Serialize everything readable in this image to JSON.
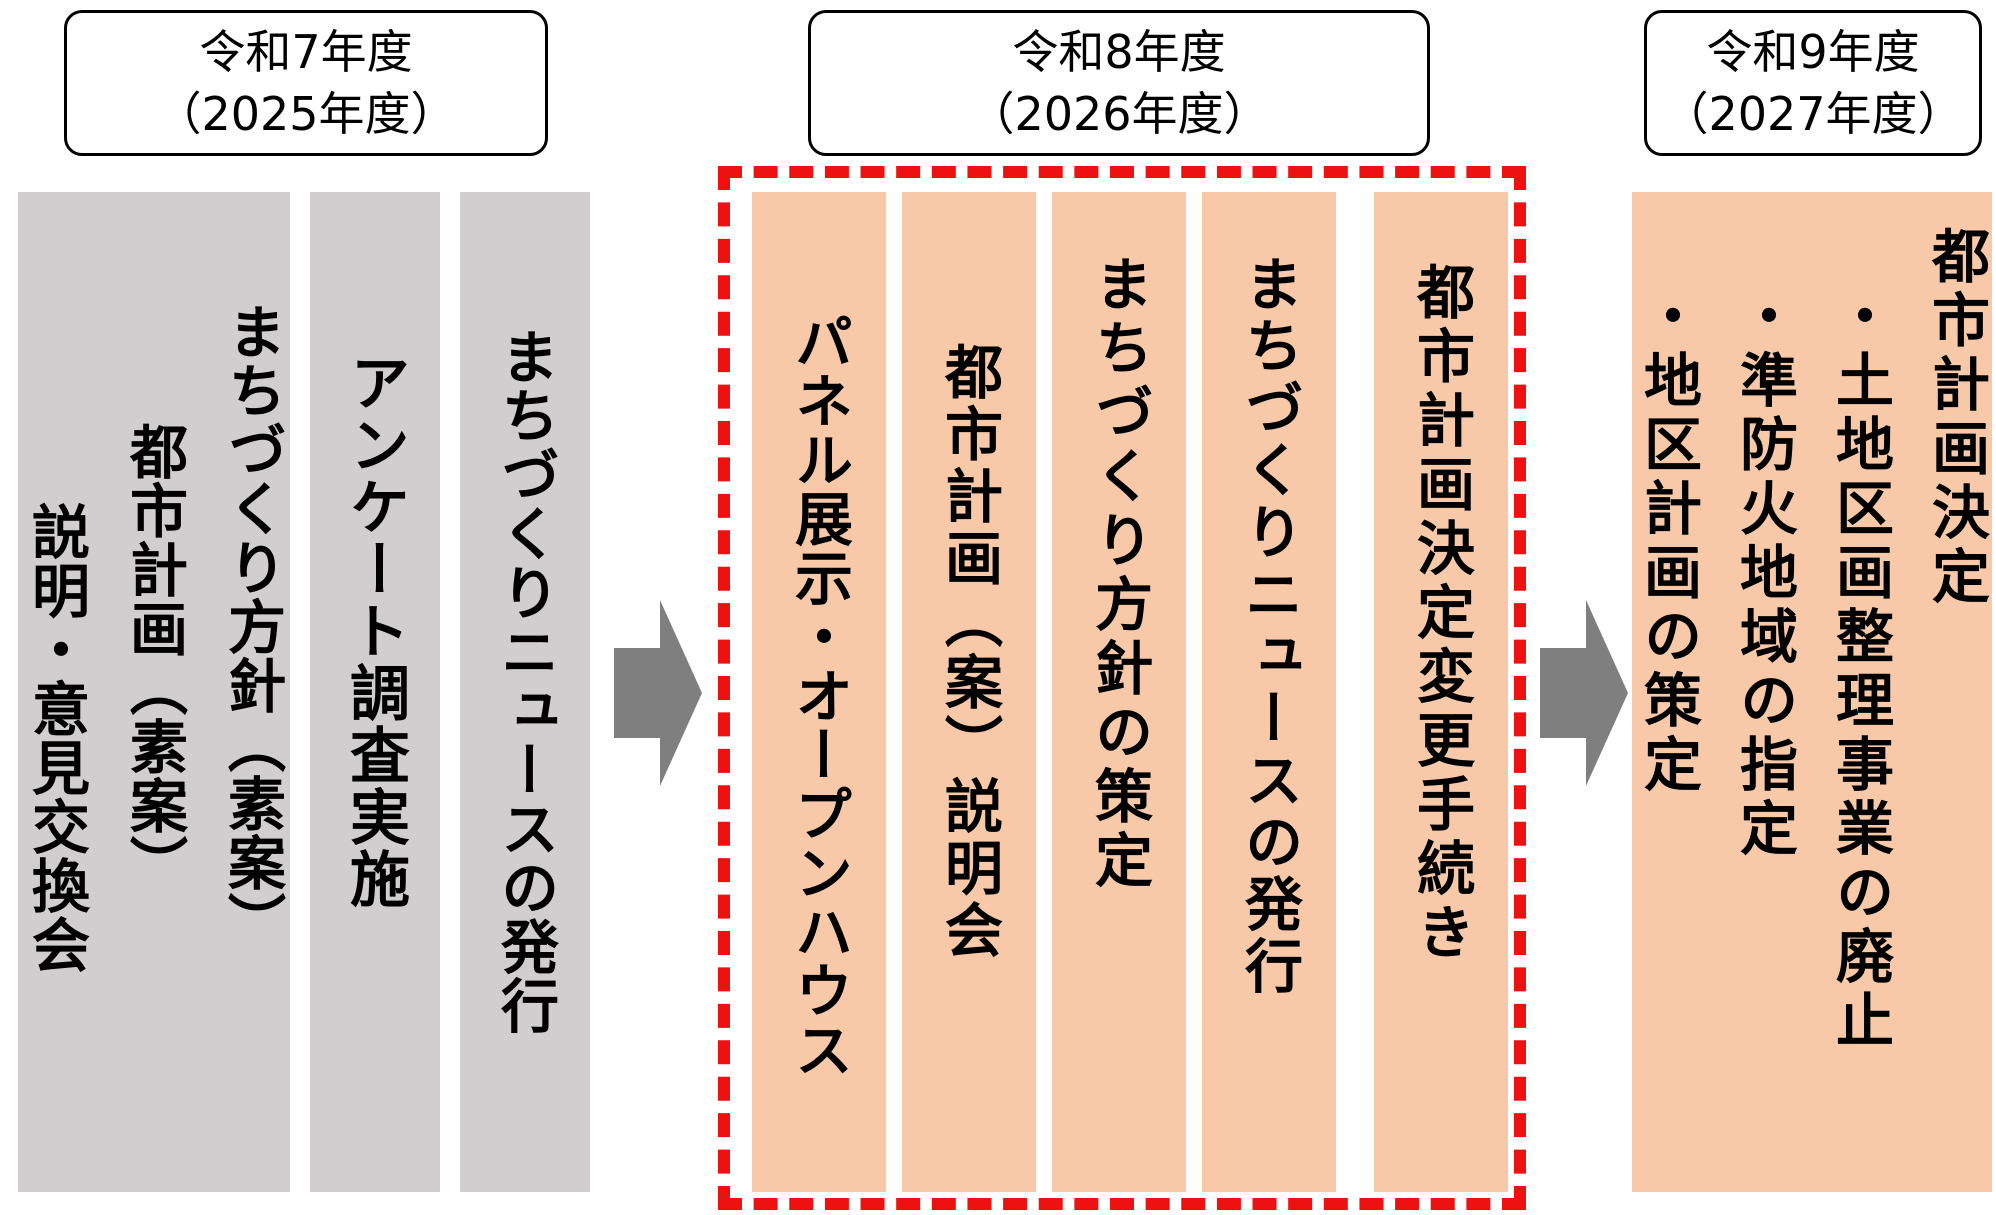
{
  "years": [
    {
      "line1": "令和7年度",
      "line2": "（2025年度）"
    },
    {
      "line1": "令和8年度",
      "line2": "（2026年度）"
    },
    {
      "line1": "令和9年度",
      "line2": "（2027年度）"
    }
  ],
  "y2025": {
    "col1": {
      "line1": "まちづくり方針（素案）",
      "line2": "都市計画（素案）",
      "line3": "説明・意見交換会"
    },
    "col2": {
      "line1": "アンケート調査実施"
    },
    "col3": {
      "line1": "まちづくりニュースの発行"
    }
  },
  "y2026": {
    "col1": {
      "line1": "パネル展示・オープンハウス"
    },
    "col2": {
      "line1": "都市計画（案）説明会"
    },
    "col3": {
      "line1": "まちづくり方針の策定"
    },
    "col4": {
      "line1": "まちづくりニュースの発行"
    },
    "col5": {
      "line1": "都市計画決定変更手続き"
    }
  },
  "y2027": {
    "col1": {
      "line1": "都市計画決定",
      "line2": "・土地区画整理事業の廃止",
      "line3": "・準防火地域の指定",
      "line4": "・地区計画の策定"
    }
  },
  "colors": {
    "gray_box": "#d0cecf",
    "peach_box": "#f8c9a9",
    "dashed_frame": "#ee1111",
    "arrow": "#7f7f7f"
  }
}
